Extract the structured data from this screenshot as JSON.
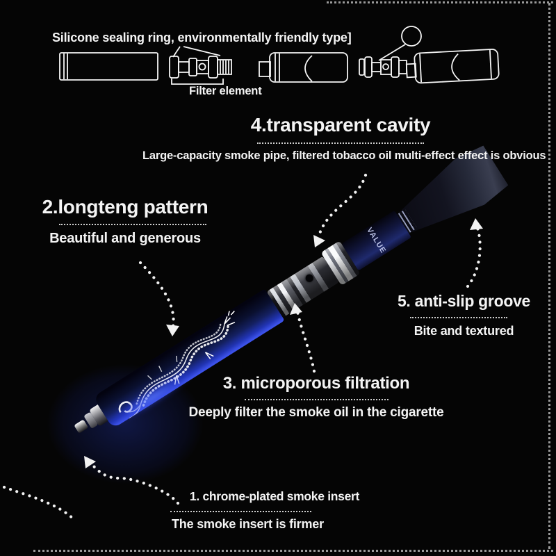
{
  "meta": {
    "background": "#050505",
    "text_color": "#f4f4f4",
    "accent_blue": "#2b3cd8",
    "metal_color": "#c9ccd4"
  },
  "diagram": {
    "sealing_label": "Silicone sealing ring, environmentally friendly type]",
    "filter_label": "Filter element"
  },
  "product": {
    "brand": "VALUE"
  },
  "callouts": {
    "transparent_cavity": {
      "title": "4.transparent cavity",
      "desc": "Large-capacity smoke pipe, filtered tobacco oil multi-effect effect is obvious"
    },
    "longteng_pattern": {
      "title": "2.longteng pattern",
      "desc": "Beautiful and generous"
    },
    "anti_slip": {
      "title": "5. anti-slip groove",
      "desc": "Bite and textured"
    },
    "microporous": {
      "title": "3. microporous filtration",
      "desc": "Deeply filter the smoke oil in the cigarette"
    },
    "chrome_insert": {
      "title": "1. chrome-plated smoke insert",
      "desc": "The smoke insert is firmer"
    }
  }
}
